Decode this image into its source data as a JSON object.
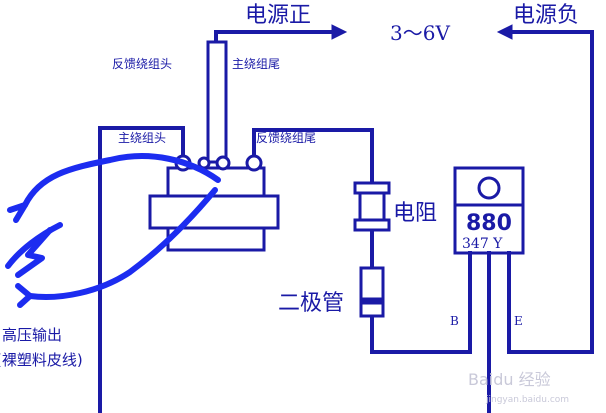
{
  "labels": {
    "positive": "电源正",
    "negative": "电源负",
    "voltage": "3～6V",
    "feedback_head_top": "反馈绕组头",
    "main_tail_top": "主绕组尾",
    "main_head": "主绕组头",
    "feedback_tail": "反馈绕组尾",
    "resistor": "电阻",
    "diode": "二极管",
    "hv_output_1": "高压输出",
    "hv_output_2": "(裸塑料皮线)",
    "chip_model": "880",
    "chip_code": "347 Y",
    "pin_b": "B",
    "pin_e": "E"
  },
  "watermark": {
    "brand": "Baidu 经验",
    "url": "jingyan.baidu.com"
  },
  "colors": {
    "wire": "#1a1aa6",
    "hand_drawn": "#1c2cf0",
    "background": "#ffffff"
  }
}
